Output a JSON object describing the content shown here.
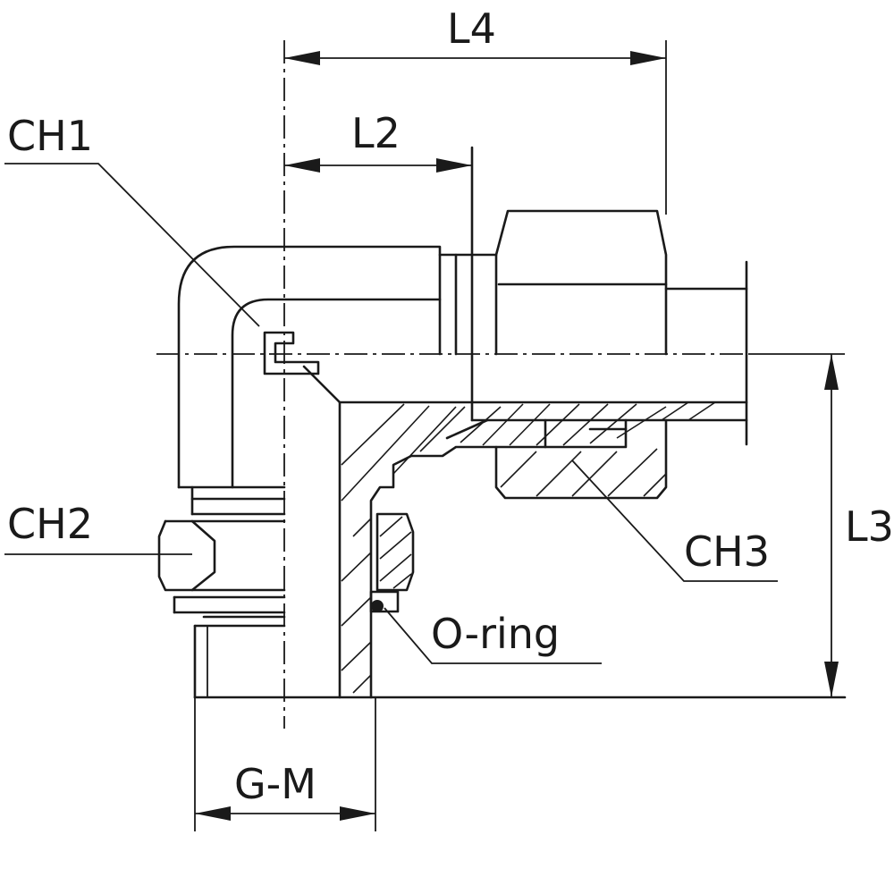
{
  "labels": {
    "l4": "L4",
    "l2": "L2",
    "l3": "L3",
    "ch1": "CH1",
    "ch2": "CH2",
    "ch3": "CH3",
    "oring": "O-ring",
    "gm": "G-M"
  }
}
